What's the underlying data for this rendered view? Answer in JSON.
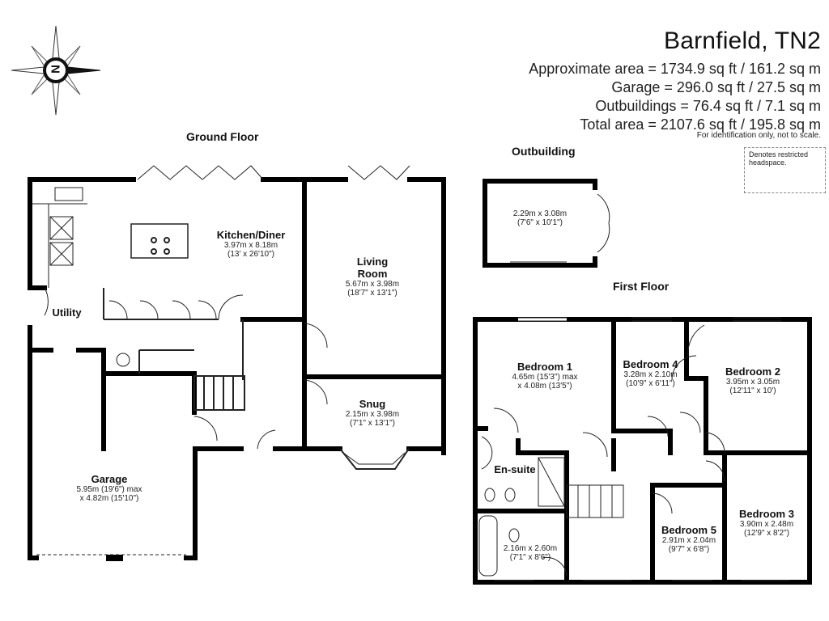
{
  "header": {
    "title": "Barnfield, TN2",
    "areas": [
      "Approximate area = 1734.9 sq ft / 161.2 sq m",
      "Garage = 296.0 sq ft / 27.5 sq m",
      "Outbuildings = 76.4 sq ft / 7.1 sq m",
      "Total area = 2107.6 sq ft / 195.8 sq m"
    ],
    "note": "For identification only, not to scale."
  },
  "compass": {
    "letter": "N"
  },
  "legend": {
    "text": "Denotes restricted headspace."
  },
  "floors": {
    "ground": "Ground Floor",
    "outbuilding": "Outbuilding",
    "first": "First Floor"
  },
  "rooms": {
    "kitchen": {
      "name": "Kitchen/Diner",
      "dims": "3.97m x 8.18m",
      "imperial": "(13' x 26'10\")"
    },
    "living": {
      "name": "Living",
      "name2": "Room",
      "dims": "5.67m x 3.98m",
      "imperial": "(18'7\" x 13'1\")"
    },
    "utility": {
      "name": "Utility"
    },
    "snug": {
      "name": "Snug",
      "dims": "2.15m x 3.98m",
      "imperial": "(7'1\" x 13'1\")"
    },
    "garage": {
      "name": "Garage",
      "dims": "5.95m (19'6\") max",
      "imperial": "x 4.82m (15'10\")"
    },
    "outbuilding": {
      "dims": "2.29m x 3.08m",
      "imperial": "(7'6\" x 10'1\")"
    },
    "bedroom1": {
      "name": "Bedroom 1",
      "dims": "4.65m (15'3\") max",
      "imperial": "x 4.08m (13'5\")"
    },
    "bedroom4": {
      "name": "Bedroom 4",
      "dims": "3.28m x 2.10m",
      "imperial": "(10'9\" x 6'11\")"
    },
    "bedroom2": {
      "name": "Bedroom 2",
      "dims": "3.95m x 3.05m",
      "imperial": "(12'11\" x 10')"
    },
    "ensuite": {
      "name": "En-suite"
    },
    "bedroom3": {
      "name": "Bedroom 3",
      "dims": "3.90m x 2.48m",
      "imperial": "(12'9\" x 8'2\")"
    },
    "bedroom5": {
      "name": "Bedroom 5",
      "dims": "2.91m x 2.04m",
      "imperial": "(9'7\" x 6'8\")"
    },
    "bathroom": {
      "dims": "2.16m x 2.60m",
      "imperial": "(7'1\" x 8'6\")"
    }
  },
  "colors": {
    "wall": "#000000",
    "line": "#555555",
    "text": "#111111"
  }
}
